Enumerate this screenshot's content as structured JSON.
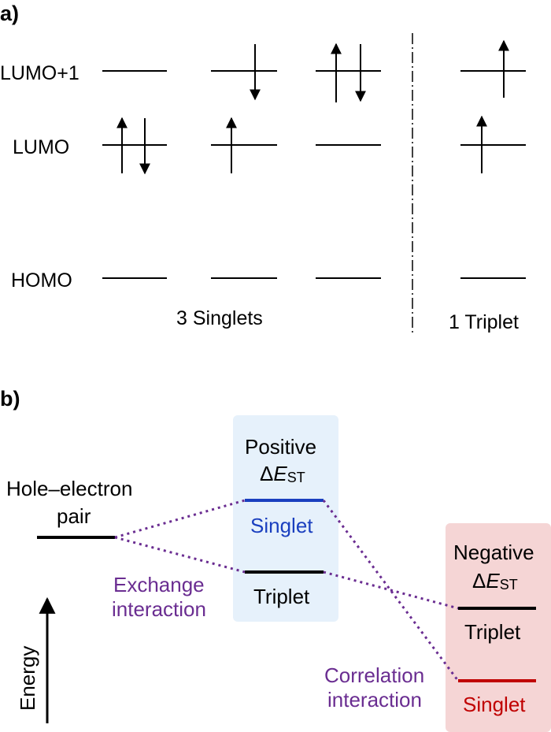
{
  "panel_a": {
    "label": "a)",
    "orbitals": [
      "LUMO+1",
      "LUMO",
      "HOMO"
    ],
    "singlets_caption": "3 Singlets",
    "triplet_caption": "1 Triplet"
  },
  "panel_b": {
    "label": "b)",
    "pair_line1": "Hole–electron",
    "pair_line2": "pair",
    "positive_line1": "Positive",
    "positive_delta": "Δ",
    "positive_e": "E",
    "positive_sub": "ST",
    "positive_singlet": "Singlet",
    "positive_triplet": "Triplet",
    "negative_line1": "Negative",
    "negative_delta": "Δ",
    "negative_e": "E",
    "negative_sub": "ST",
    "negative_triplet": "Triplet",
    "negative_singlet": "Singlet",
    "exchange_line1": "Exchange",
    "exchange_line2": "interaction",
    "correlation_line1": "Correlation",
    "correlation_line2": "interaction",
    "energy_label": "Energy",
    "colors": {
      "positive_box": "#e6f1fb",
      "negative_box": "#f5d5d5",
      "singlet_positive": "#1a3fbf",
      "singlet_negative": "#c00000",
      "interaction": "#6a2d91"
    }
  }
}
